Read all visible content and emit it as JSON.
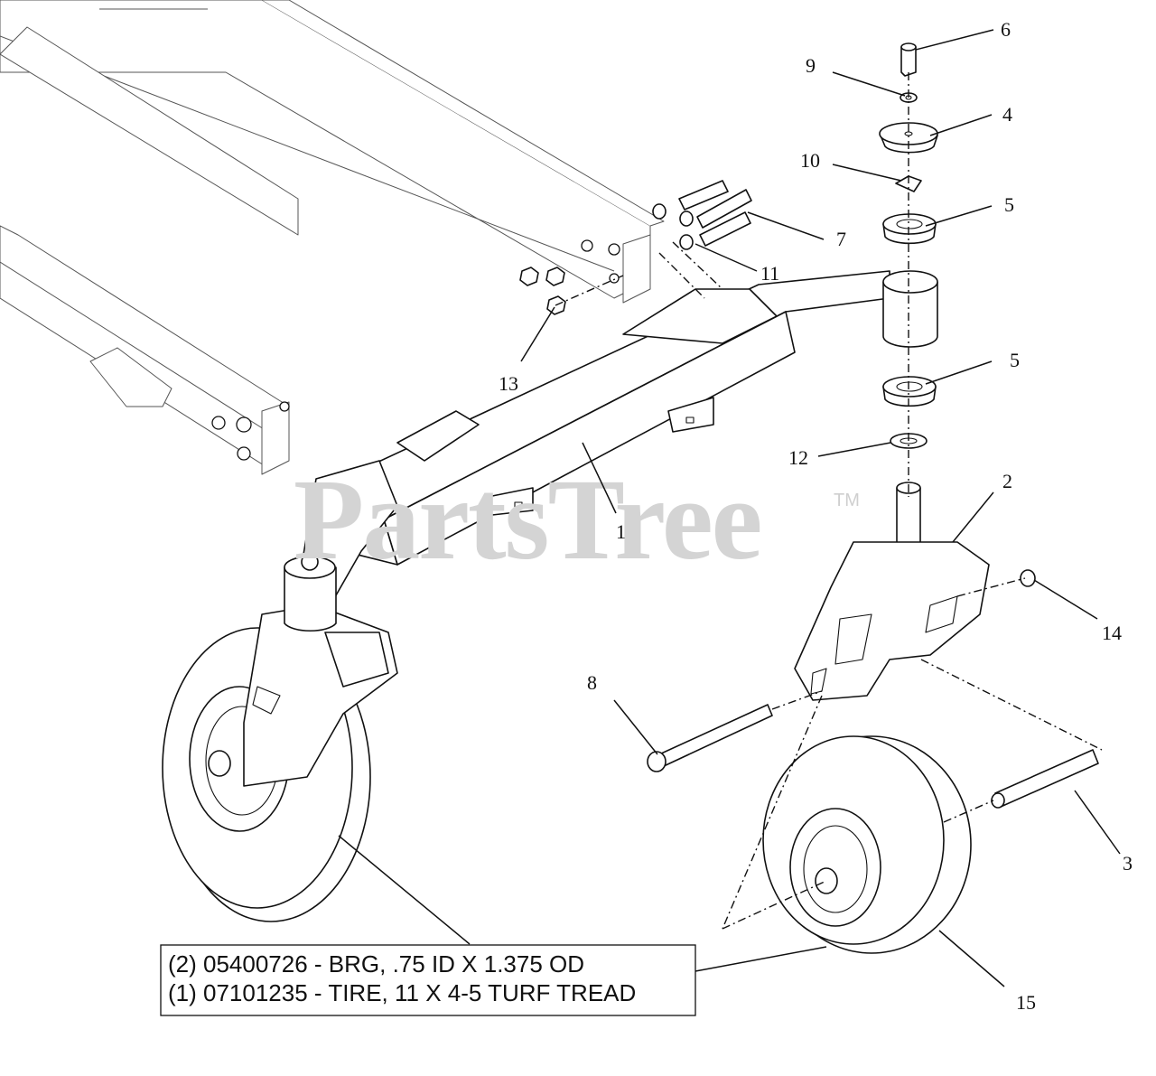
{
  "watermark": {
    "text": "PartsTree",
    "trademark": "TM"
  },
  "callouts": [
    {
      "id": "1",
      "label": "1"
    },
    {
      "id": "2",
      "label": "2"
    },
    {
      "id": "3",
      "label": "3"
    },
    {
      "id": "4",
      "label": "4"
    },
    {
      "id": "5a",
      "label": "5"
    },
    {
      "id": "5b",
      "label": "5"
    },
    {
      "id": "6",
      "label": "6"
    },
    {
      "id": "7",
      "label": "7"
    },
    {
      "id": "8",
      "label": "8"
    },
    {
      "id": "9",
      "label": "9"
    },
    {
      "id": "10",
      "label": "10"
    },
    {
      "id": "11",
      "label": "11"
    },
    {
      "id": "12",
      "label": "12"
    },
    {
      "id": "13",
      "label": "13"
    },
    {
      "id": "14",
      "label": "14"
    },
    {
      "id": "15",
      "label": "15"
    }
  ],
  "note": {
    "lines": [
      "(2) 05400726 - BRG, .75 ID X 1.375 OD",
      "(1) 07101235 - TIRE, 11 X 4-5 TURF TREAD"
    ]
  }
}
